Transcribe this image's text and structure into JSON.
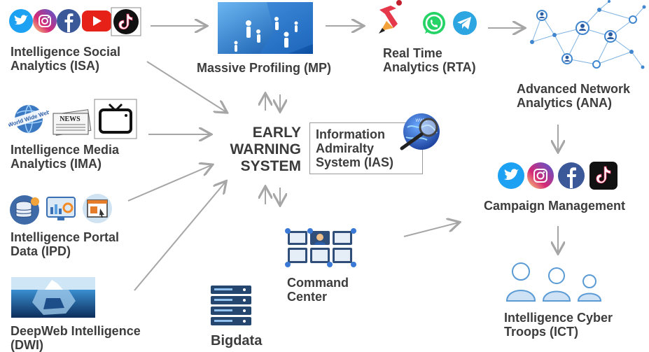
{
  "nodes": {
    "isa": "Intelligence Social Analytics (ISA)",
    "isa_line1": "Intelligence Social",
    "isa_line2": "Analytics (ISA)",
    "ima_line1": "Intelligence Media",
    "ima_line2": "Analytics (IMA)",
    "ipd_line1": "Intelligence Portal",
    "ipd_line2": "Data (IPD)",
    "dwi_line1": "DeepWeb Intelligence",
    "dwi_line2": "(DWI)",
    "mp": "Massive Profiling (MP)",
    "rta_line1": "Real Time",
    "rta_line2": "Analytics (RTA)",
    "ana_line1": "Advanced Network",
    "ana_line2": "Analytics (ANA)",
    "ews_line1": "EARLY",
    "ews_line2": "WARNING",
    "ews_line3": "SYSTEM",
    "ias_line1": "Information",
    "ias_line2": "Admiralty",
    "ias_line3": "System (IAS)",
    "cm": "Campaign Management",
    "cc_line1": "Command",
    "cc_line2": "Center",
    "bigdata": "Bigdata",
    "ict_line1": "Intelligence Cyber",
    "ict_line2": "Troops (ICT)"
  },
  "icons": {
    "social": [
      "twitter-icon",
      "instagram-icon",
      "facebook-icon",
      "youtube-icon",
      "tiktok-icon"
    ],
    "media": [
      "world-wide-web-icon",
      "newspaper-icon",
      "tv-icon"
    ],
    "portal": [
      "database-icon",
      "dashboard-icon",
      "web-page-icon"
    ],
    "rta": [
      "pen-icon",
      "whatsapp-icon",
      "telegram-icon"
    ],
    "campaign": [
      "twitter-icon",
      "instagram-icon",
      "facebook-icon",
      "tiktok-icon"
    ],
    "web_globe": "WWW"
  },
  "colors": {
    "arrow": "#a6a6a6",
    "twitter": "#1da1f2",
    "facebook": "#3b5998",
    "youtube": "#e62117",
    "whatsapp": "#25d366",
    "telegram": "#2ca5e0",
    "profile_bg": "#1f6fc4",
    "troops": "#5b9bd5"
  }
}
